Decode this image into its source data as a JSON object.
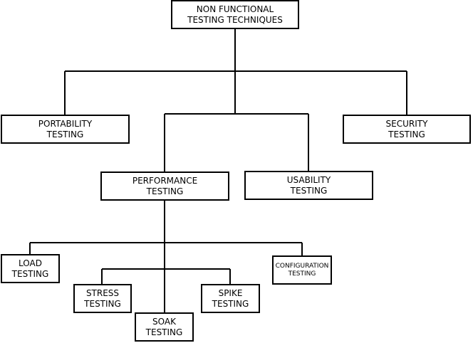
{
  "diagram": {
    "root": {
      "line1": "NON FUNCTIONAL",
      "line2": "TESTING TECHNIQUES"
    },
    "portability": {
      "line1": "PORTABILITY",
      "line2": "TESTING"
    },
    "security": {
      "line1": "SECURITY",
      "line2": "TESTING"
    },
    "performance": {
      "line1": "PERFORMANCE",
      "line2": "TESTING"
    },
    "usability": {
      "line1": "USABILITY",
      "line2": "TESTING"
    },
    "load": {
      "line1": "LOAD",
      "line2": "TESTING"
    },
    "configuration": {
      "line1": "CONFIGURATION",
      "line2": "TESTING"
    },
    "stress": {
      "line1": "STRESS",
      "line2": "TESTING"
    },
    "spike": {
      "line1": "SPIKE",
      "line2": "TESTING"
    },
    "soak": {
      "line1": "SOAK",
      "line2": "TESTING"
    },
    "line_color": "#000000",
    "box_border_color": "#000000",
    "background_color": "#ffffff"
  }
}
